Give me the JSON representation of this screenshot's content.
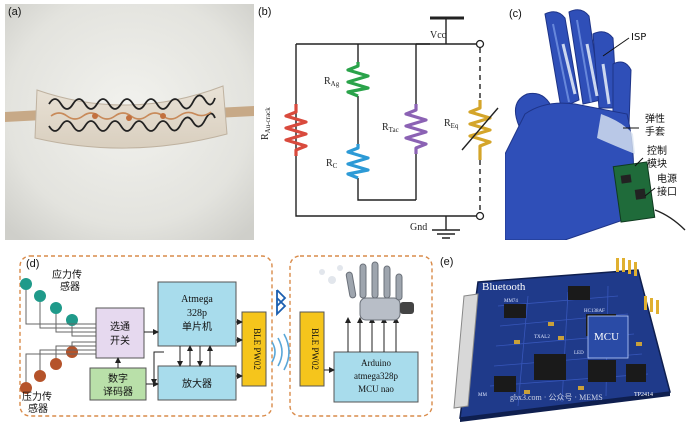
{
  "panels": {
    "a": "(a)",
    "b": "(b)",
    "c": "(c)",
    "d": "(d)",
    "e": "(e)"
  },
  "circuit": {
    "vcc": "Vcc",
    "gnd": "Gnd",
    "r_au_main": "R",
    "r_au_sub": "Au-crack",
    "r_ag_main": "R",
    "r_ag_sub": "Ag",
    "r_c_main": "R",
    "r_c_sub": "C",
    "r_tac_main": "R",
    "r_tac_sub": "Tac",
    "r_eq_main": "R",
    "r_eq_sub": "Eq",
    "colors": {
      "au": "#d94a3d",
      "ag": "#2aa34a",
      "c": "#2c9ad6",
      "tac": "#8b62b4",
      "eq": "#d4a52a"
    }
  },
  "glove": {
    "isp": "ISP",
    "elastic_1": "弹性",
    "elastic_2": "手套",
    "control_1": "控制",
    "control_2": "模块",
    "power_1": "电源",
    "power_2": "接口"
  },
  "block": {
    "strain_1": "应力传",
    "strain_2": "感器",
    "pressure_1": "压力传",
    "pressure_2": "感器",
    "switch_1": "选通",
    "switch_2": "开关",
    "decoder_1": "数字",
    "decoder_2": "译码器",
    "mcu_1": "Atmega",
    "mcu_2": "328p",
    "mcu_3": "单片机",
    "amp": "放大器",
    "ble_left": "BLE PW02",
    "ble_right": "BLE PW02",
    "arduino_1": "Arduino",
    "arduino_2": "atmega328p",
    "arduino_3": "MCU  nao",
    "colors": {
      "strain": "#1f9a8a",
      "pressure": "#b5532a",
      "switch": "#e6d9ef",
      "decoder": "#b9e0a9",
      "mcu": "#a8dcec",
      "amp": "#a8dcec",
      "ble": "#f5c51c",
      "border": "#d98b4a"
    }
  },
  "pcb": {
    "bluetooth": "Bluetooth",
    "mcu": "MCU",
    "chip_mm74": "MM74",
    "chip_hc138": "HC138AF",
    "chip_txal": "TXAL2",
    "chip_led": "LED",
    "chip_mm": "MM",
    "chip_tp": "TP2414",
    "watermark": "gbx3.com · 公众号 · MEMS"
  }
}
